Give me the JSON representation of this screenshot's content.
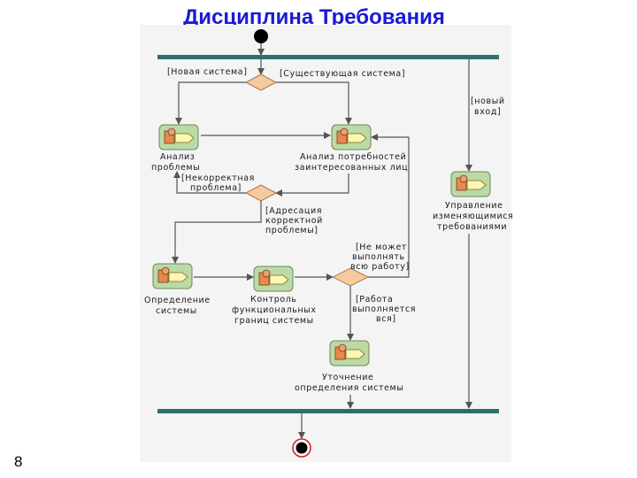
{
  "slide": {
    "title": "Дисциплина Требования",
    "page_number": "8"
  },
  "diagram": {
    "guards": {
      "new_system": "[Новая система]",
      "existing_system": "[Существующая система]",
      "new_input": [
        "[новый",
        "вход]"
      ],
      "incorrect_problem": [
        "[Некорректная",
        "проблема]"
      ],
      "correct_problem": [
        "[Адресация",
        "корректной",
        "проблемы]"
      ],
      "cannot_do": [
        "[Не может",
        "выполнять",
        "всю работу]"
      ],
      "work_done": [
        "[Работа",
        "выполняется",
        "вся]"
      ]
    },
    "activities": {
      "analyze_problem": [
        "Анализ",
        "проблемы"
      ],
      "analyze_stakeholders": [
        "Анализ потребностей",
        "заинтересованных лиц"
      ],
      "manage_changing": [
        "Управление",
        "изменяющимися",
        "требованиями"
      ],
      "define_system": [
        "Определение",
        "системы"
      ],
      "control_scope": [
        "Контроль",
        "функциональных",
        "границ системы"
      ],
      "refine_definition": [
        "Уточнение",
        "определения системы"
      ]
    }
  }
}
